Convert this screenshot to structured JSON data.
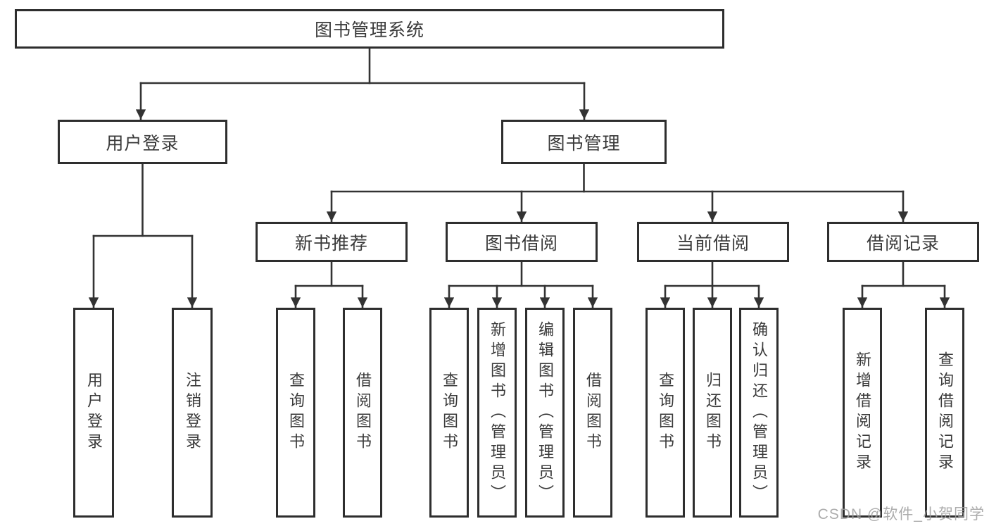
{
  "nodes": {
    "root": "图书管理系统",
    "level2": [
      "用户登录",
      "图书管理"
    ],
    "level3": [
      "新书推荐",
      "图书借阅",
      "当前借阅",
      "借阅记录"
    ],
    "leaves": {
      "login": [
        "用户登录",
        "注销登录"
      ],
      "newbook": [
        "查询图书",
        "借阅图书"
      ],
      "borrow": [
        "查询图书",
        "新增图书（管理员）",
        "编辑图书（管理员）",
        "借阅图书"
      ],
      "current": [
        "查询图书",
        "归还图书",
        "确认归还（管理员）"
      ],
      "records": [
        "新增借阅记录",
        "查询借阅记录"
      ]
    }
  },
  "watermark": "CSDN @软件_小贺同学",
  "colors": {
    "line": "#333333",
    "border": "#2e2e2e",
    "text": "#3a3a3a",
    "watermark": "#9e9e9e",
    "background": "#ffffff"
  }
}
